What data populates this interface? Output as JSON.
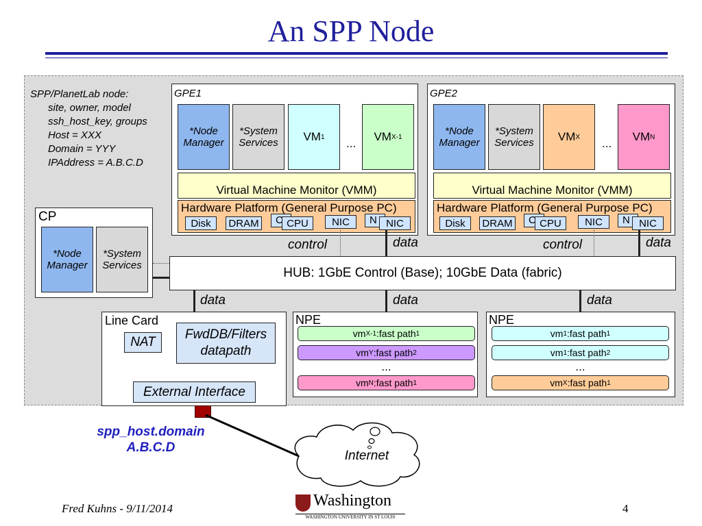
{
  "title": "An SPP Node",
  "node_info": [
    "SPP/PlanetLab node:",
    "site, owner, model",
    "ssh_host_key, groups",
    "Host = XXX",
    "Domain = YYY",
    "IPAddress = A.B.C.D"
  ],
  "gpe1": {
    "label": "GPE1",
    "node_manager": [
      "*Node",
      "Manager"
    ],
    "system_services": [
      "*System",
      "Services"
    ],
    "vm_a": {
      "base": "VM",
      "sub": "1"
    },
    "ellipsis": "...",
    "vm_b": {
      "base": "VM",
      "sub": "X-1"
    },
    "vmm": "Virtual Machine Monitor (VMM)",
    "hw": "Hardware Platform (General Purpose PC)",
    "disk": "Disk",
    "dram": "DRAM",
    "c": "C",
    "cpu": "CPU",
    "nic": "NIC",
    "n": "N",
    "nic2": "NIC"
  },
  "gpe2": {
    "label": "GPE2",
    "node_manager": [
      "*Node",
      "Manager"
    ],
    "system_services": [
      "*System",
      "Services"
    ],
    "vm_a": {
      "base": "VM",
      "sub": "X"
    },
    "ellipsis": "...",
    "vm_b": {
      "base": "VM",
      "sub": "N"
    },
    "vmm": "Virtual Machine Monitor (VMM)",
    "hw": "Hardware Platform (General Purpose PC)",
    "disk": "Disk",
    "dram": "DRAM",
    "c": "C",
    "cpu": "CPU",
    "nic": "NIC",
    "n": "N",
    "nic2": "NIC"
  },
  "cp": {
    "label": "CP",
    "node_manager": [
      "*Node",
      "Manager"
    ],
    "system_services": [
      "*System",
      "Services"
    ]
  },
  "hub": "HUB: 1GbE Control (Base); 10GbE Data (fabric)",
  "link_labels": {
    "control1": "control",
    "data1": "data",
    "control2": "control",
    "data2": "data",
    "data_lc": "data",
    "data_npe1": "data",
    "data_npe2": "data"
  },
  "line_card": {
    "label": "Line Card",
    "nat": "NAT",
    "fwddb": [
      "FwdDB/Filters",
      "datapath"
    ],
    "external": "External Interface"
  },
  "npe1": {
    "label": "NPE",
    "rows": [
      {
        "vm": "vm",
        "vm_sub": "X-1",
        "rest": ":fast path",
        "path_sub": "1"
      },
      {
        "vm": "vm",
        "vm_sub": "Y",
        "rest": ":fast path",
        "path_sub": "2"
      },
      {
        "vm": "vm",
        "vm_sub": "N",
        "rest": ":fast path",
        "path_sub": "1"
      }
    ],
    "ellipsis": "..."
  },
  "npe2": {
    "label": "NPE",
    "rows": [
      {
        "vm": "vm",
        "vm_sub": "1",
        "rest": ":fast path",
        "path_sub": "1"
      },
      {
        "vm": "vm",
        "vm_sub": "1",
        "rest": ":fast path",
        "path_sub": "2"
      },
      {
        "vm": "vm",
        "vm_sub": "X",
        "rest": ":fast path",
        "path_sub": "1"
      }
    ],
    "ellipsis": "..."
  },
  "host": [
    "spp_host.domain",
    "A.B.C.D"
  ],
  "internet": "Internet",
  "footer": {
    "author": "Fred Kuhns - 9/11/2014",
    "logo_word": "Washington",
    "logo_sub": "WASHINGTON UNIVERSITY IN ST LOUIS",
    "page": "4"
  }
}
